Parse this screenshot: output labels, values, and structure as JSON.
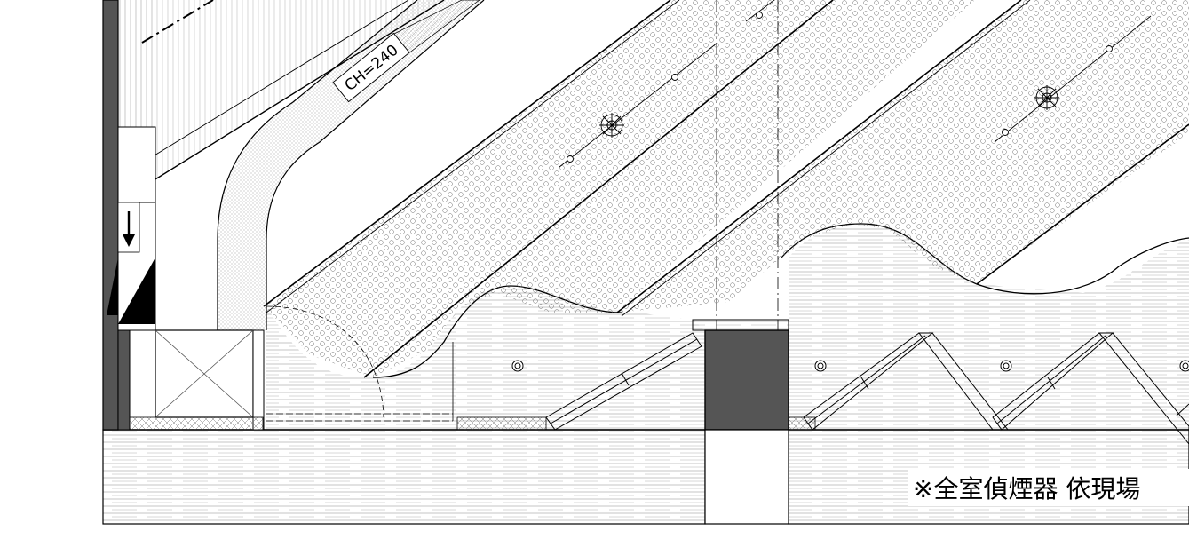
{
  "drawing": {
    "ceiling_height_label": "CH=240",
    "note": "※全室偵煙器 依現場"
  },
  "symbols": [
    {
      "name": "smoke-detector-icon",
      "count": 2
    },
    {
      "name": "downlight-icon",
      "count": 4
    },
    {
      "name": "down-arrow-icon",
      "count": 1
    }
  ],
  "colors": {
    "line": "#000000",
    "wall_fill": "#555555",
    "dot_fill": "#888888",
    "background": "#ffffff"
  }
}
